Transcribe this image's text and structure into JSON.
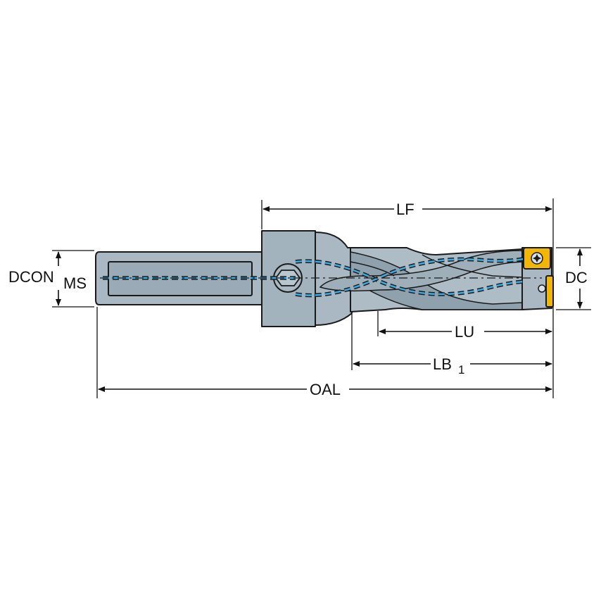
{
  "diagram": {
    "labels": {
      "dcon": "DCON",
      "dcon_sub": "MS",
      "dc": "DC",
      "lf": "LF",
      "lu": "LU",
      "lb": "LB",
      "lb_sub": "1",
      "oal": "OAL"
    },
    "colors": {
      "body": "#a9b8c2",
      "body_dark": "#8fa1ad",
      "coolant": "#3fa9e0",
      "insert": "#f2b705",
      "outline": "#1a1a1a",
      "background": "#ffffff"
    }
  }
}
